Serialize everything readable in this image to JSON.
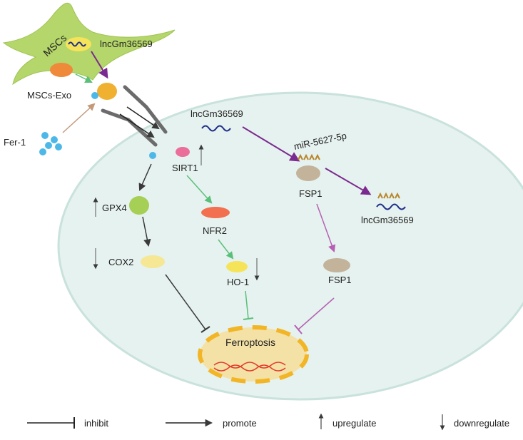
{
  "labels": {
    "mscs": "MSCs",
    "lnc_top": "lncGm36569",
    "mscs_exo": "MSCs-Exo",
    "fer1": "Fer-1",
    "lnc_cell": "lncGm36569",
    "mir": "miR-5627-5p",
    "sirt1": "SIRT1",
    "fsp1_a": "FSP1",
    "fsp1_b": "FSP1",
    "lnc_right": "lncGm36569",
    "gpx4": "GPX4",
    "nfr2": "NFR2",
    "cox2": "COX2",
    "ho1": "HO-1",
    "ferroptosis": "Ferroptosis"
  },
  "legend": {
    "inhibit": "inhibit",
    "promote": "promote",
    "upregulate": "upregulate",
    "downregulate": "downregulate"
  },
  "colors": {
    "cell_fill": "#e6f2ef",
    "cell_stroke": "#c9e2dc",
    "msc_green": "#b5d66a",
    "exo_orange": "#f0b030",
    "blue_drop": "#4db8e8",
    "purple": "#7b2a8f",
    "green_arrow": "#5bbf7a",
    "dark_arrow": "#3a3a3a",
    "pink_line": "#b65fb3",
    "ferro_fill": "#f4e1a6",
    "ferro_dash": "#f2b526",
    "rna_red": "#e23b2a",
    "rna_blue": "#1f2f8a",
    "fsp1_fill": "#c3b39a",
    "sirt1_fill": "#ea6d9a",
    "nfr2_fill": "#f26f4f",
    "gpx4_fill": "#a6cf56",
    "cox2_fill": "#f5e793",
    "ho1_fill": "#f5e45a"
  },
  "icons": [
    "rna-strand-icon",
    "mirna-strand-icon",
    "membrane-receptor-icon",
    "exosome-icon",
    "fer1-molecule-icon"
  ]
}
